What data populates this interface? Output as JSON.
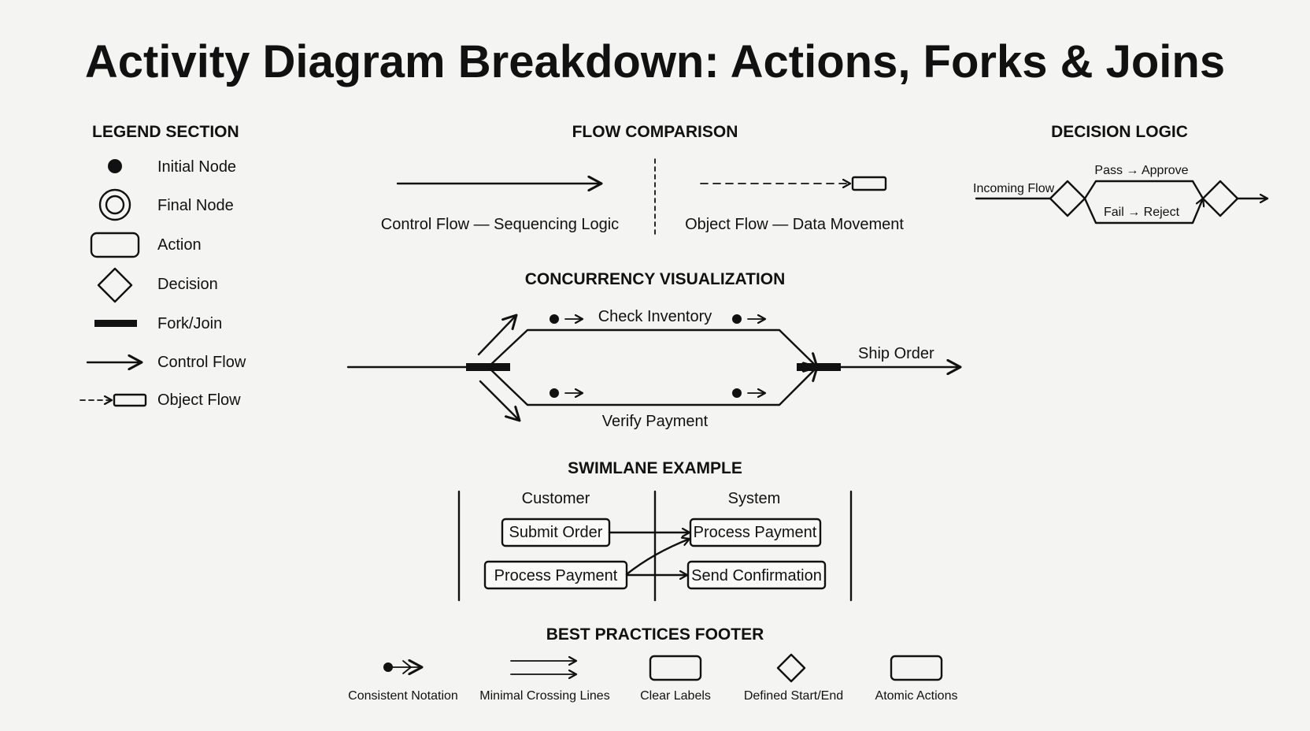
{
  "title": "Activity Diagram Breakdown: Actions, Forks & Joins",
  "legend": {
    "heading": "LEGEND SECTION",
    "items": [
      {
        "icon": "initial-node-icon",
        "label": "Initial Node"
      },
      {
        "icon": "final-node-icon",
        "label": "Final Node"
      },
      {
        "icon": "action-icon",
        "label": "Action"
      },
      {
        "icon": "decision-icon",
        "label": "Decision"
      },
      {
        "icon": "fork-join-icon",
        "label": "Fork/Join"
      },
      {
        "icon": "control-flow-icon",
        "label": "Control Flow"
      },
      {
        "icon": "object-flow-icon",
        "label": "Object Flow"
      }
    ]
  },
  "flow_comparison": {
    "heading": "FLOW COMPARISON",
    "control_label": "Control Flow — Sequencing Logic",
    "object_label": "Object Flow — Data Movement"
  },
  "decision_logic": {
    "heading": "DECISION LOGIC",
    "incoming": "Incoming Flow",
    "pass": "Pass → Approve",
    "fail": "Fail → Reject"
  },
  "concurrency": {
    "heading": "CONCURRENCY VISUALIZATION",
    "top_branch": "Check Inventory",
    "bottom_branch": "Verify Payment",
    "output": "Ship Order"
  },
  "swimlane": {
    "heading": "SWIMLANE EXAMPLE",
    "lanes": [
      "Customer",
      "System"
    ],
    "customer_actions": [
      "Submit Order",
      "Process Payment"
    ],
    "system_actions": [
      "Process Payment",
      "Send Confirmation"
    ]
  },
  "best_practices": {
    "heading": "BEST PRACTICES FOOTER",
    "items": [
      {
        "icon": "dot-arrow-icon",
        "label": "Consistent Notation"
      },
      {
        "icon": "parallel-arrows-icon",
        "label": "Minimal Crossing Lines"
      },
      {
        "icon": "rounded-box-icon",
        "label": "Clear Labels"
      },
      {
        "icon": "diamond-icon",
        "label": "Defined Start/End"
      },
      {
        "icon": "rounded-box-icon",
        "label": "Atomic Actions"
      }
    ]
  }
}
